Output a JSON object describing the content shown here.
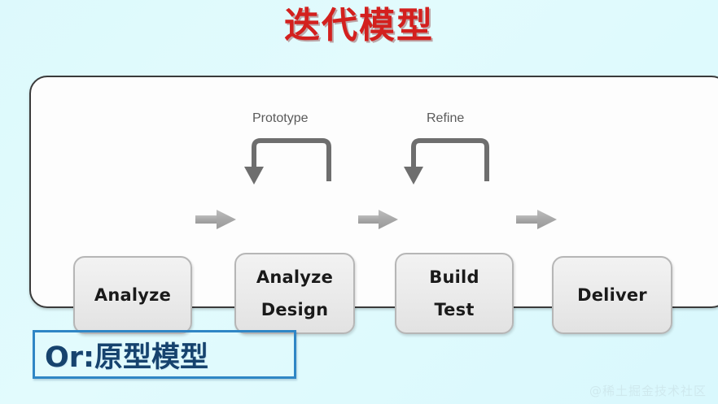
{
  "slide": {
    "title": "迭代模型",
    "title_color": "#d3201e",
    "background_color": "#ddf9fc"
  },
  "diagram": {
    "panel_border_color": "#3a3a3a",
    "box_fill_color": "#ebebeb",
    "box_border_color": "#b6b6b6",
    "arrow_color": "#a8a8a8",
    "loop_arrow_color": "#6e6e6e",
    "boxes": [
      {
        "id": "analyze",
        "lines": [
          "Analyze"
        ]
      },
      {
        "id": "analyze-design",
        "lines": [
          "Analyze",
          "Design"
        ]
      },
      {
        "id": "build-test",
        "lines": [
          "Build",
          "Test"
        ]
      },
      {
        "id": "deliver",
        "lines": [
          "Deliver"
        ]
      }
    ],
    "loop_labels": [
      {
        "id": "prototype",
        "label": "Prototype"
      },
      {
        "id": "refine",
        "label": "Refine"
      }
    ]
  },
  "note": {
    "text": "Or:原型模型",
    "border_color": "#2f86c5",
    "text_color": "#16436e"
  },
  "watermark": {
    "text": "@稀土掘金技术社区"
  }
}
